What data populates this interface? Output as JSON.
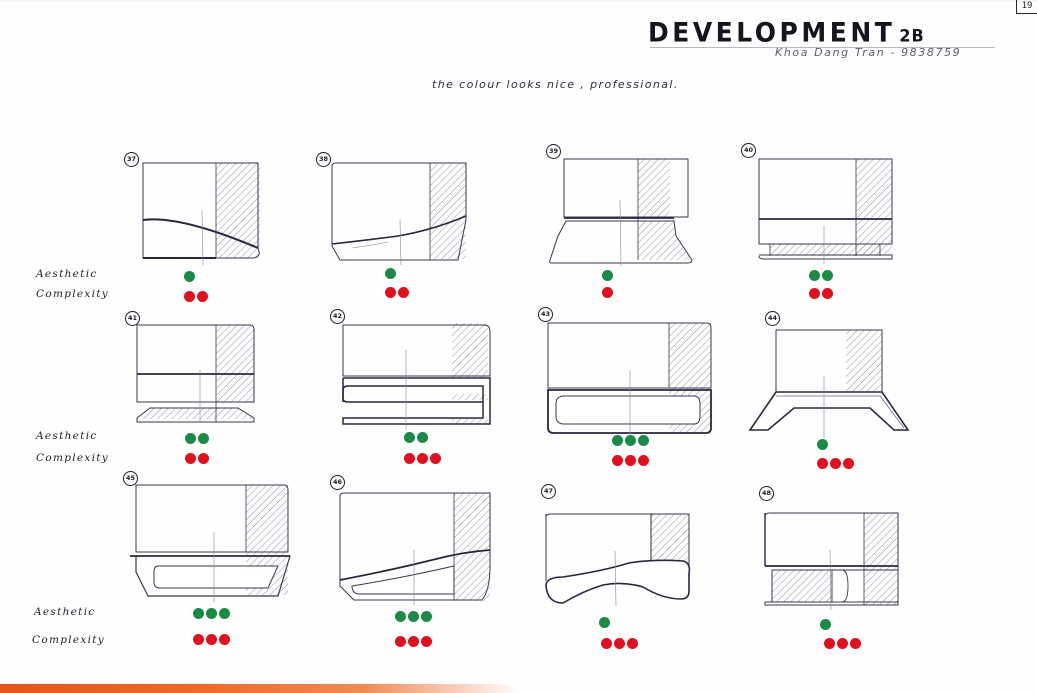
{
  "page": {
    "number": "19",
    "title": "DEVELOPMENT",
    "title_suffix": "2B",
    "author": "Khoa Dang Tran - 9838759",
    "comment": "the colour looks nice , professional."
  },
  "row_labels": {
    "aesthetic": "Aesthetic",
    "complexity": "Complexity"
  },
  "colors": {
    "aesthetic_dot": "#1a8a45",
    "complexity_dot": "#e0101f",
    "ink": "#2b2840",
    "hatch": "#6e6a80",
    "bottom_edge": "#e2561c"
  },
  "concepts": [
    {
      "id": "37",
      "aesthetic": 1,
      "complexity": 2
    },
    {
      "id": "38",
      "aesthetic": 1,
      "complexity": 2
    },
    {
      "id": "39",
      "aesthetic": 1,
      "complexity": 1
    },
    {
      "id": "40",
      "aesthetic": 2,
      "complexity": 2
    },
    {
      "id": "41",
      "aesthetic": 2,
      "complexity": 2
    },
    {
      "id": "42",
      "aesthetic": 2,
      "complexity": 3
    },
    {
      "id": "43",
      "aesthetic": 3,
      "complexity": 3
    },
    {
      "id": "44",
      "aesthetic": 1,
      "complexity": 3
    },
    {
      "id": "45",
      "aesthetic": 3,
      "complexity": 3
    },
    {
      "id": "46",
      "aesthetic": 3,
      "complexity": 3
    },
    {
      "id": "47",
      "aesthetic": 1,
      "complexity": 3
    },
    {
      "id": "48",
      "aesthetic": 1,
      "complexity": 3
    }
  ]
}
